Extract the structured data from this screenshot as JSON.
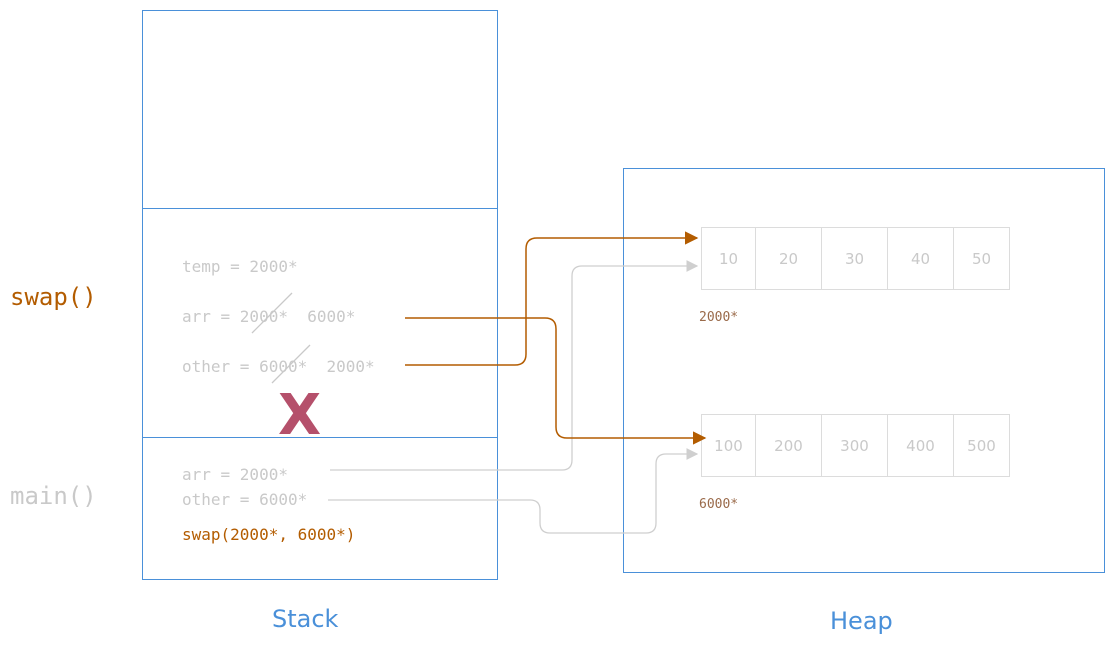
{
  "stack": {
    "caption": "Stack",
    "frames": {
      "swap": {
        "label": "swap()",
        "temp": "temp = 2000*",
        "arr_prefix": "arr = ",
        "arr_old": "2000*",
        "arr_new": "6000*",
        "other_prefix": "other = ",
        "other_old": "6000*",
        "other_new": "2000*"
      },
      "main": {
        "label": "main()",
        "arr": "arr = 2000*",
        "other": "other = 6000*",
        "call": "swap(2000*, 6000*)"
      }
    },
    "popped_marker": "X"
  },
  "heap": {
    "caption": "Heap",
    "arrays": [
      {
        "address": "2000*",
        "cells": [
          "10",
          "20",
          "30",
          "40",
          "50"
        ]
      },
      {
        "address": "6000*",
        "cells": [
          "100",
          "200",
          "300",
          "400",
          "500"
        ]
      }
    ]
  },
  "colors": {
    "frame_border": "#4a90d9",
    "active": "#b35c00",
    "faded": "#c9c9c9",
    "popped_marker": "#b5506b"
  }
}
